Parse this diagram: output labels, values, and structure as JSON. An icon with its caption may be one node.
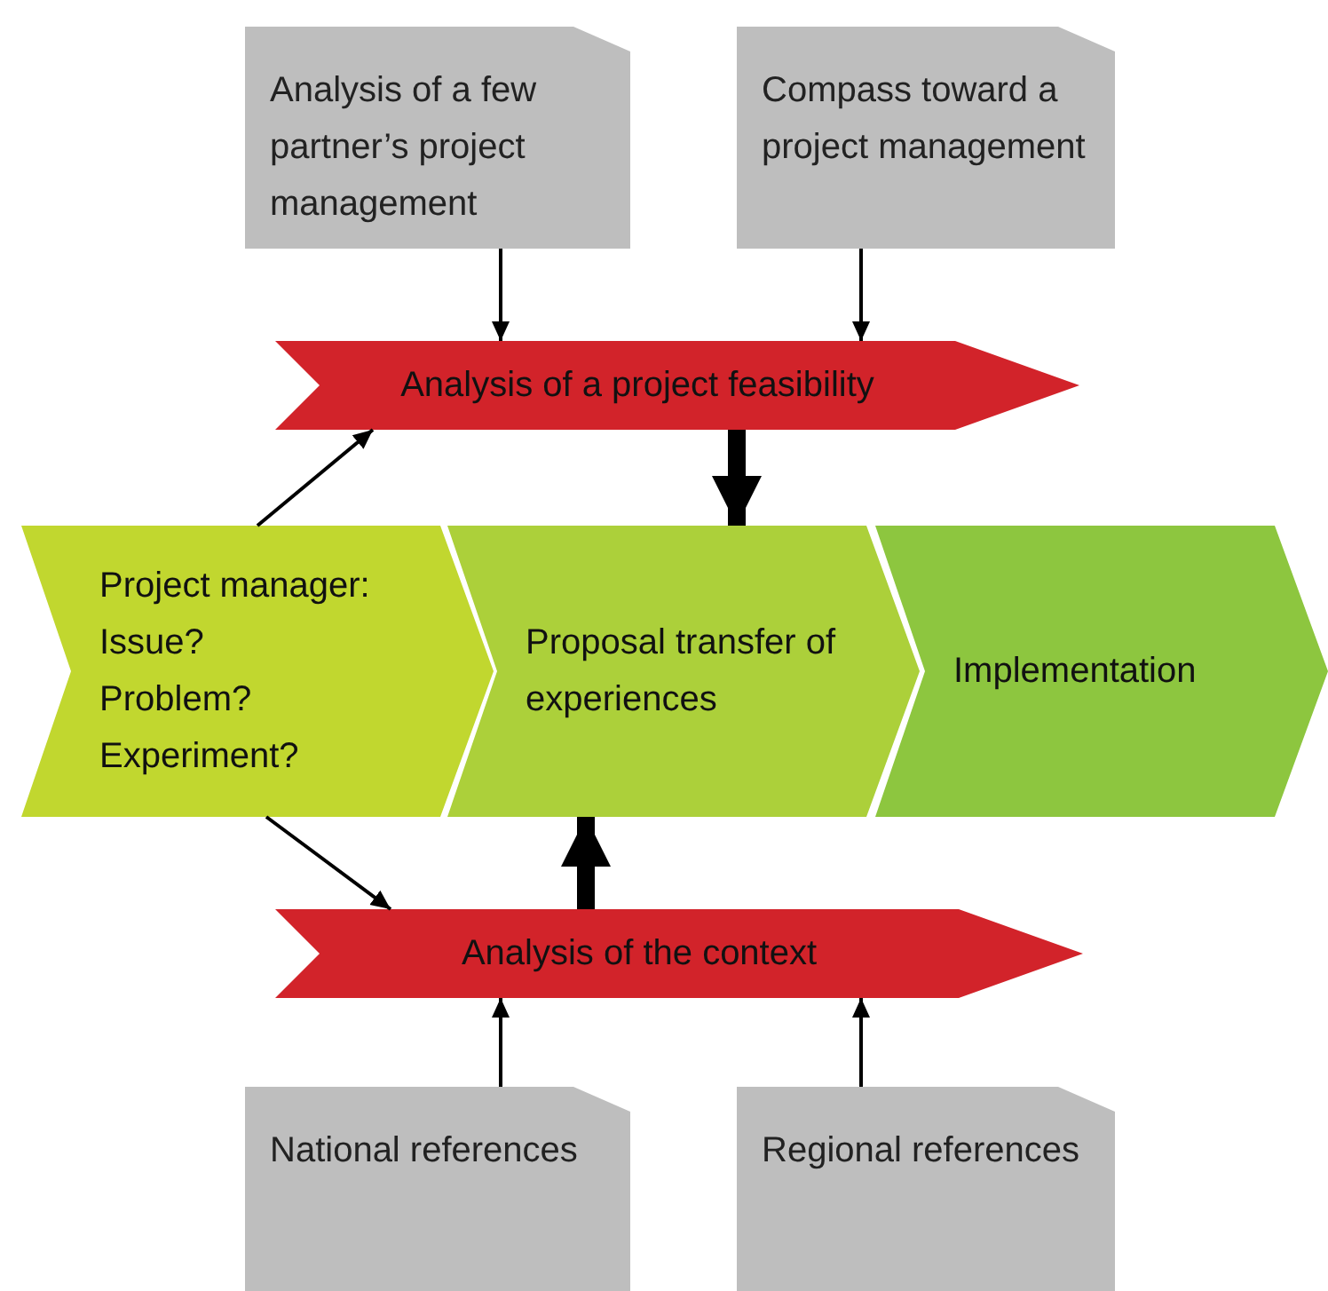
{
  "diagram": {
    "nodes": [
      {
        "text": [
          "Analysis of a few partner’s project management"
        ]
      },
      {
        "text": [
          "Compass toward a project management"
        ]
      },
      {
        "text": [
          "Analysis of a project feasibility"
        ]
      },
      {
        "text": [
          "Project manager:",
          "Issue?",
          "Problem?",
          "Experiment?"
        ]
      },
      {
        "text": [
          "Proposal transfer of experiences"
        ]
      },
      {
        "text": [
          "Implementation"
        ]
      },
      {
        "text": [
          "Analysis of the context"
        ]
      },
      {
        "text": [
          "National references"
        ]
      },
      {
        "text": [
          "Regional references"
        ]
      }
    ],
    "edges": [
      {
        "from": 0,
        "to": 2,
        "arrow": "to"
      },
      {
        "from": 1,
        "to": 2,
        "arrow": "to"
      },
      {
        "from": 2,
        "to": 4,
        "arrow": "to",
        "style": "thick"
      },
      {
        "from": 6,
        "to": 4,
        "arrow": "to",
        "style": "thick"
      },
      {
        "from": 7,
        "to": 6,
        "arrow": "to"
      },
      {
        "from": 8,
        "to": 6,
        "arrow": "to"
      },
      {
        "from": 3,
        "to": 2,
        "arrow": "to"
      },
      {
        "from": 3,
        "to": 6,
        "arrow": "to"
      }
    ]
  }
}
